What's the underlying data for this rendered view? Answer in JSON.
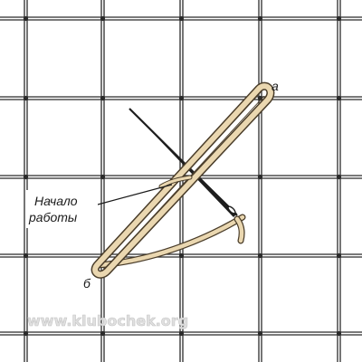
{
  "labels": {
    "point_a": "а",
    "point_b": "б",
    "start_line1": "Начало",
    "start_line2": "работы"
  },
  "watermark": "www.klubochek.org",
  "colors": {
    "grid": "#2b2b2b",
    "thread_fill": "#ead7b0",
    "thread_outline": "#4a3d2a",
    "needle": "#1e1e1e",
    "background": "#ffffff"
  }
}
